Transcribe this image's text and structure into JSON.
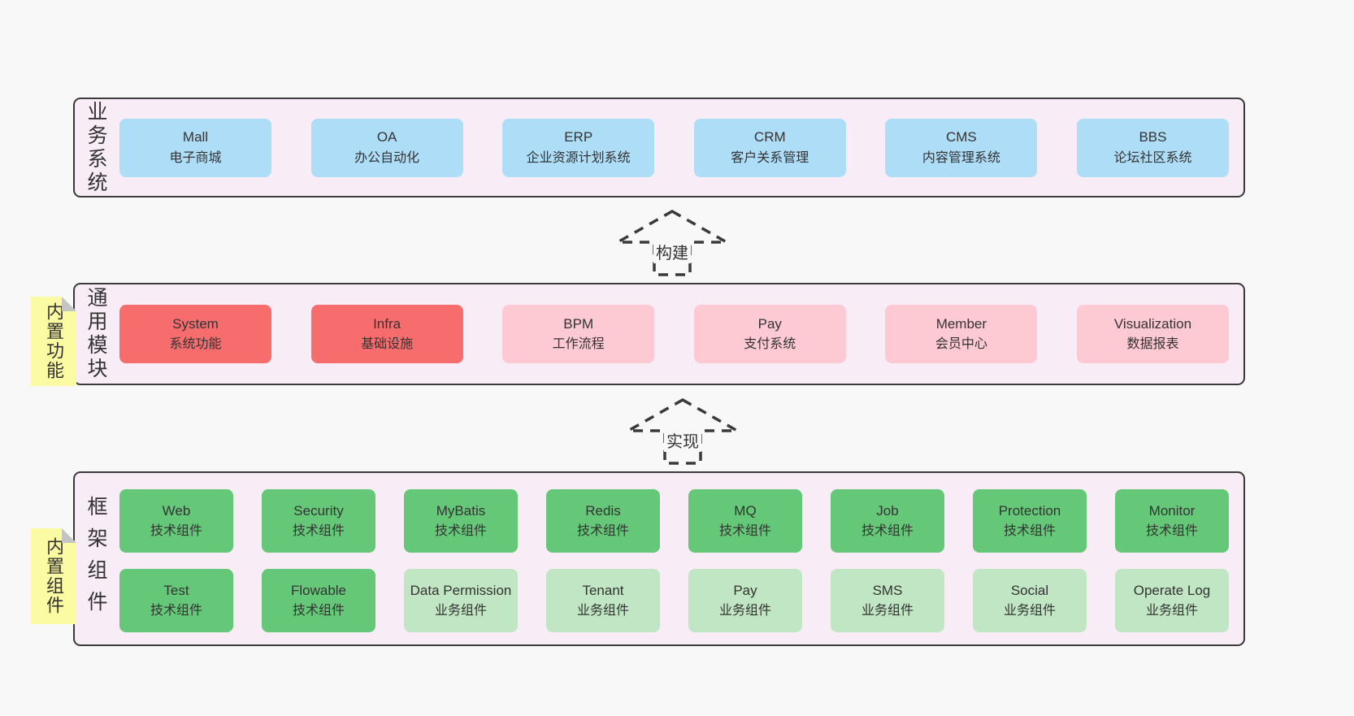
{
  "colors": {
    "page_bg": "#f8f8f8",
    "band_bg": "#f8edf6",
    "band_border": "#3a3a3a",
    "box_blue": "#aeddf8",
    "box_red": "#f76d6e",
    "box_pink": "#fdc9d3",
    "box_green": "#65c878",
    "box_light_green": "#c0e6c3",
    "note_bg": "#fbfba3",
    "note_fold": "#c4c4c4",
    "text": "#333333"
  },
  "arrows": [
    {
      "label": "构建"
    },
    {
      "label": "实现"
    }
  ],
  "bands": [
    {
      "label": "业务系统",
      "boxes": [
        {
          "name": "Mall",
          "subtitle": "电子商城"
        },
        {
          "name": "OA",
          "subtitle": "办公自动化"
        },
        {
          "name": "ERP",
          "subtitle": "企业资源计划系统"
        },
        {
          "name": "CRM",
          "subtitle": "客户关系管理"
        },
        {
          "name": "CMS",
          "subtitle": "内容管理系统"
        },
        {
          "name": "BBS",
          "subtitle": "论坛社区系统"
        }
      ]
    },
    {
      "label": "通用模块",
      "note": "内置功能",
      "boxes": [
        {
          "name": "System",
          "subtitle": "系统功能"
        },
        {
          "name": "Infra",
          "subtitle": "基础设施"
        },
        {
          "name": "BPM",
          "subtitle": "工作流程"
        },
        {
          "name": "Pay",
          "subtitle": "支付系统"
        },
        {
          "name": "Member",
          "subtitle": "会员中心"
        },
        {
          "name": "Visualization",
          "subtitle": "数据报表"
        }
      ]
    },
    {
      "label": "框架组件",
      "note": "内置组件",
      "rows": [
        [
          {
            "name": "Web",
            "subtitle": "技术组件"
          },
          {
            "name": "Security",
            "subtitle": "技术组件"
          },
          {
            "name": "MyBatis",
            "subtitle": "技术组件"
          },
          {
            "name": "Redis",
            "subtitle": "技术组件"
          },
          {
            "name": "MQ",
            "subtitle": "技术组件"
          },
          {
            "name": "Job",
            "subtitle": "技术组件"
          },
          {
            "name": "Protection",
            "subtitle": "技术组件"
          },
          {
            "name": "Monitor",
            "subtitle": "技术组件"
          }
        ],
        [
          {
            "name": "Test",
            "subtitle": "技术组件"
          },
          {
            "name": "Flowable",
            "subtitle": "技术组件"
          },
          {
            "name": "Data Permission",
            "subtitle": "业务组件"
          },
          {
            "name": "Tenant",
            "subtitle": "业务组件"
          },
          {
            "name": "Pay",
            "subtitle": "业务组件"
          },
          {
            "name": "SMS",
            "subtitle": "业务组件"
          },
          {
            "name": "Social",
            "subtitle": "业务组件"
          },
          {
            "name": "Operate Log",
            "subtitle": "业务组件"
          }
        ]
      ]
    }
  ]
}
